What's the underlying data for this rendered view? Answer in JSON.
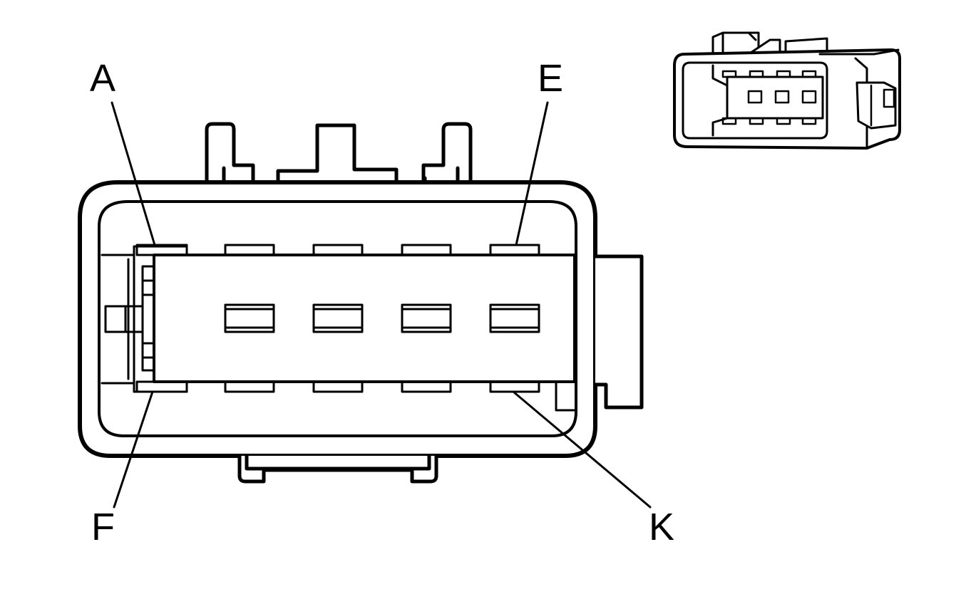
{
  "diagram": {
    "labels": {
      "a": "A",
      "e": "E",
      "f": "F",
      "k": "K"
    },
    "colors": {
      "line": "#000000",
      "fill": "#ffffff"
    }
  }
}
